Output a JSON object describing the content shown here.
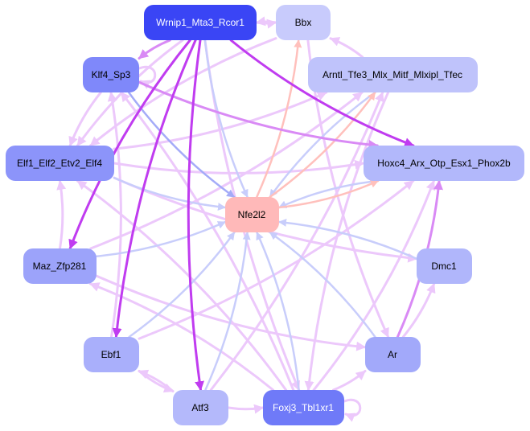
{
  "diagram": {
    "type": "gene-regulatory-network",
    "nodes": [
      {
        "id": "wrnip1",
        "label": "Wrnip1_Mta3_Rcor1",
        "fill": "#3a45f5",
        "text": "#ffffff"
      },
      {
        "id": "bbx",
        "label": "Bbx",
        "fill": "#c8cbfc",
        "text": "#000000"
      },
      {
        "id": "klf4",
        "label": "Klf4_Sp3",
        "fill": "#7f88fa",
        "text": "#000000"
      },
      {
        "id": "arntl",
        "label": "Arntl_Tfe3_Mlx_Mitf_Mlxipl_Tfec",
        "fill": "#bfc3fb",
        "text": "#000000"
      },
      {
        "id": "elf1",
        "label": "Elf1_Elf2_Etv2_Elf4",
        "fill": "#8c94fa",
        "text": "#000000"
      },
      {
        "id": "hoxc4",
        "label": "Hoxc4_Arx_Otp_Esx1_Phox2b",
        "fill": "#b2b8fb",
        "text": "#000000"
      },
      {
        "id": "nfe2l2",
        "label": "Nfe2l2",
        "fill": "#ffb9b9",
        "text": "#000000"
      },
      {
        "id": "maz",
        "label": "Maz_Zfp281",
        "fill": "#9ca3fa",
        "text": "#000000"
      },
      {
        "id": "dmc1",
        "label": "Dmc1",
        "fill": "#b0b6fb",
        "text": "#000000"
      },
      {
        "id": "ebf1",
        "label": "Ebf1",
        "fill": "#a9affb",
        "text": "#000000"
      },
      {
        "id": "ar",
        "label": "Ar",
        "fill": "#a2a9fa",
        "text": "#000000"
      },
      {
        "id": "atf3",
        "label": "Atf3",
        "fill": "#b4b9fb",
        "text": "#000000"
      },
      {
        "id": "foxj3",
        "label": "Foxj3_Tbl1xr1",
        "fill": "#6f7af8",
        "text": "#ffffff"
      }
    ],
    "edge_colors": {
      "strong_purple": "#c03cf0",
      "medium_purple": "#d98af5",
      "light_purple": "#ecc8fb",
      "light_blue": "#c8cdfb",
      "medium_blue": "#a4abf8",
      "salmon": "#ffc0bc"
    },
    "edges": [
      {
        "from": "wrnip1",
        "to": "klf4",
        "color": "medium_purple"
      },
      {
        "from": "wrnip1",
        "to": "hoxc4",
        "color": "strong_purple"
      },
      {
        "from": "wrnip1",
        "to": "maz",
        "color": "strong_purple"
      },
      {
        "from": "wrnip1",
        "to": "ebf1",
        "color": "strong_purple"
      },
      {
        "from": "wrnip1",
        "to": "atf3",
        "color": "strong_purple"
      },
      {
        "from": "wrnip1",
        "to": "nfe2l2",
        "color": "light_blue"
      },
      {
        "from": "wrnip1",
        "to": "elf1",
        "color": "light_purple"
      },
      {
        "from": "wrnip1",
        "to": "bbx",
        "color": "light_purple"
      },
      {
        "from": "wrnip1",
        "to": "foxj3",
        "color": "light_purple"
      },
      {
        "from": "bbx",
        "to": "wrnip1",
        "color": "light_purple"
      },
      {
        "from": "bbx",
        "to": "elf1",
        "color": "light_purple"
      },
      {
        "from": "bbx",
        "to": "ar",
        "color": "light_purple"
      },
      {
        "from": "arntl",
        "to": "bbx",
        "color": "light_purple"
      },
      {
        "from": "arntl",
        "to": "nfe2l2",
        "color": "light_blue"
      },
      {
        "from": "arntl",
        "to": "foxj3",
        "color": "light_purple"
      },
      {
        "from": "klf4",
        "to": "elf1",
        "color": "light_purple"
      },
      {
        "from": "klf4",
        "to": "nfe2l2",
        "color": "medium_blue"
      },
      {
        "from": "klf4",
        "to": "hoxc4",
        "color": "medium_purple"
      },
      {
        "from": "klf4",
        "to": "klf4",
        "color": "light_purple"
      },
      {
        "from": "elf1",
        "to": "arntl",
        "color": "light_purple"
      },
      {
        "from": "elf1",
        "to": "nfe2l2",
        "color": "light_blue"
      },
      {
        "from": "elf1",
        "to": "hoxc4",
        "color": "light_purple"
      },
      {
        "from": "elf1",
        "to": "dmc1",
        "color": "light_purple"
      },
      {
        "from": "maz",
        "to": "elf1",
        "color": "light_purple"
      },
      {
        "from": "maz",
        "to": "nfe2l2",
        "color": "light_blue"
      },
      {
        "from": "maz",
        "to": "ar",
        "color": "light_purple"
      },
      {
        "from": "maz",
        "to": "arntl",
        "color": "light_purple"
      },
      {
        "from": "ebf1",
        "to": "nfe2l2",
        "color": "light_blue"
      },
      {
        "from": "ebf1",
        "to": "klf4",
        "color": "light_purple"
      },
      {
        "from": "ebf1",
        "to": "atf3",
        "color": "light_purple"
      },
      {
        "from": "ebf1",
        "to": "hoxc4",
        "color": "light_purple"
      },
      {
        "from": "atf3",
        "to": "foxj3",
        "color": "light_purple"
      },
      {
        "from": "atf3",
        "to": "nfe2l2",
        "color": "light_blue"
      },
      {
        "from": "atf3",
        "to": "ebf1",
        "color": "light_purple"
      },
      {
        "from": "atf3",
        "to": "arntl",
        "color": "light_purple"
      },
      {
        "from": "foxj3",
        "to": "nfe2l2",
        "color": "light_blue"
      },
      {
        "from": "foxj3",
        "to": "foxj3",
        "color": "light_purple"
      },
      {
        "from": "foxj3",
        "to": "elf1",
        "color": "light_purple"
      },
      {
        "from": "foxj3",
        "to": "maz",
        "color": "light_purple"
      },
      {
        "from": "foxj3",
        "to": "ar",
        "color": "light_purple"
      },
      {
        "from": "foxj3",
        "to": "hoxc4",
        "color": "light_purple"
      },
      {
        "from": "foxj3",
        "to": "klf4",
        "color": "light_purple"
      },
      {
        "from": "ar",
        "to": "nfe2l2",
        "color": "light_blue"
      },
      {
        "from": "ar",
        "to": "hoxc4",
        "color": "medium_purple"
      },
      {
        "from": "ar",
        "to": "dmc1",
        "color": "light_purple"
      },
      {
        "from": "dmc1",
        "to": "nfe2l2",
        "color": "light_blue"
      },
      {
        "from": "nfe2l2",
        "to": "hoxc4",
        "color": "salmon"
      },
      {
        "from": "nfe2l2",
        "to": "bbx",
        "color": "salmon"
      },
      {
        "from": "nfe2l2",
        "to": "arntl",
        "color": "salmon"
      },
      {
        "from": "hoxc4",
        "to": "nfe2l2",
        "color": "light_blue"
      }
    ]
  }
}
